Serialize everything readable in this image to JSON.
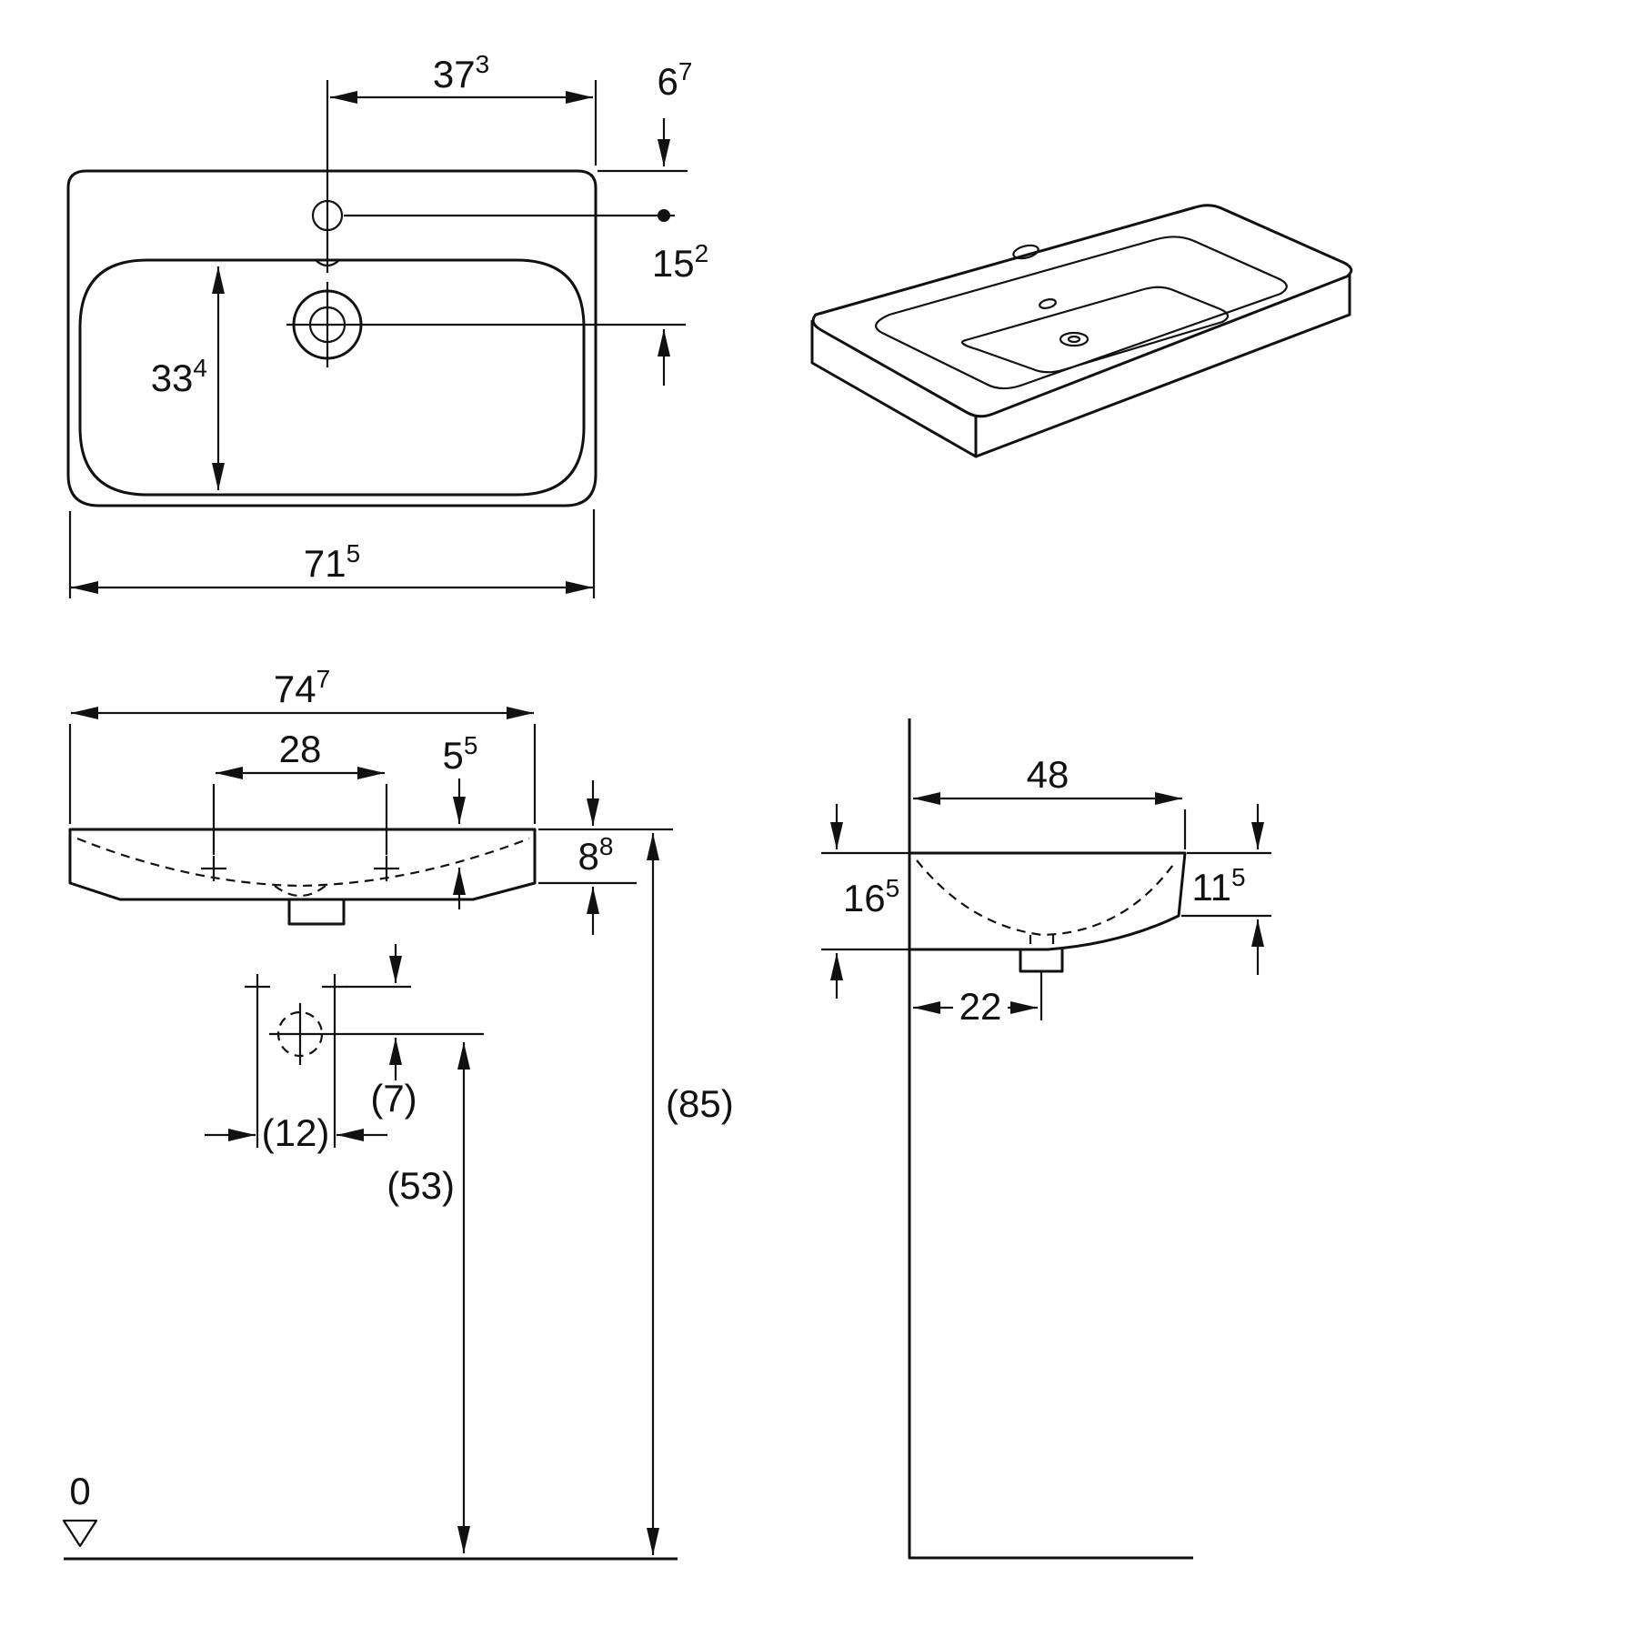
{
  "drawing": {
    "subject": "washbasin-technical-drawing",
    "background": "#ffffff",
    "line_color": "#111111",
    "views": {
      "plan": {
        "tap_center_from_right": {
          "main": "37",
          "sup": "3"
        },
        "rim_to_tap": {
          "main": "6",
          "sup": "7"
        },
        "tap_to_drain": {
          "main": "15",
          "sup": "2"
        },
        "bowl_front_to_back": {
          "main": "33",
          "sup": "4"
        },
        "overall_width": {
          "main": "71",
          "sup": "5"
        }
      },
      "front": {
        "overall_width": {
          "main": "74",
          "sup": "7"
        },
        "fixing_hole_spacing": {
          "main": "28",
          "sup": ""
        },
        "rim_to_bowl_bottom": {
          "main": "5",
          "sup": "5"
        },
        "apron_height": {
          "main": "8",
          "sup": "8"
        },
        "lower_hole_spacing": {
          "main": "(12)",
          "sup": ""
        },
        "hole_to_trap": {
          "main": "(7)",
          "sup": ""
        },
        "trap_height": {
          "main": "(53)",
          "sup": ""
        },
        "rim_height_from_floor": {
          "main": "(85)",
          "sup": ""
        },
        "datum": {
          "main": "0",
          "sup": ""
        }
      },
      "side": {
        "overall_depth": {
          "main": "48",
          "sup": ""
        },
        "back_height": {
          "main": "16",
          "sup": "5"
        },
        "front_height": {
          "main": "11",
          "sup": "5"
        },
        "wall_to_trap": {
          "main": "22",
          "sup": ""
        }
      }
    }
  }
}
